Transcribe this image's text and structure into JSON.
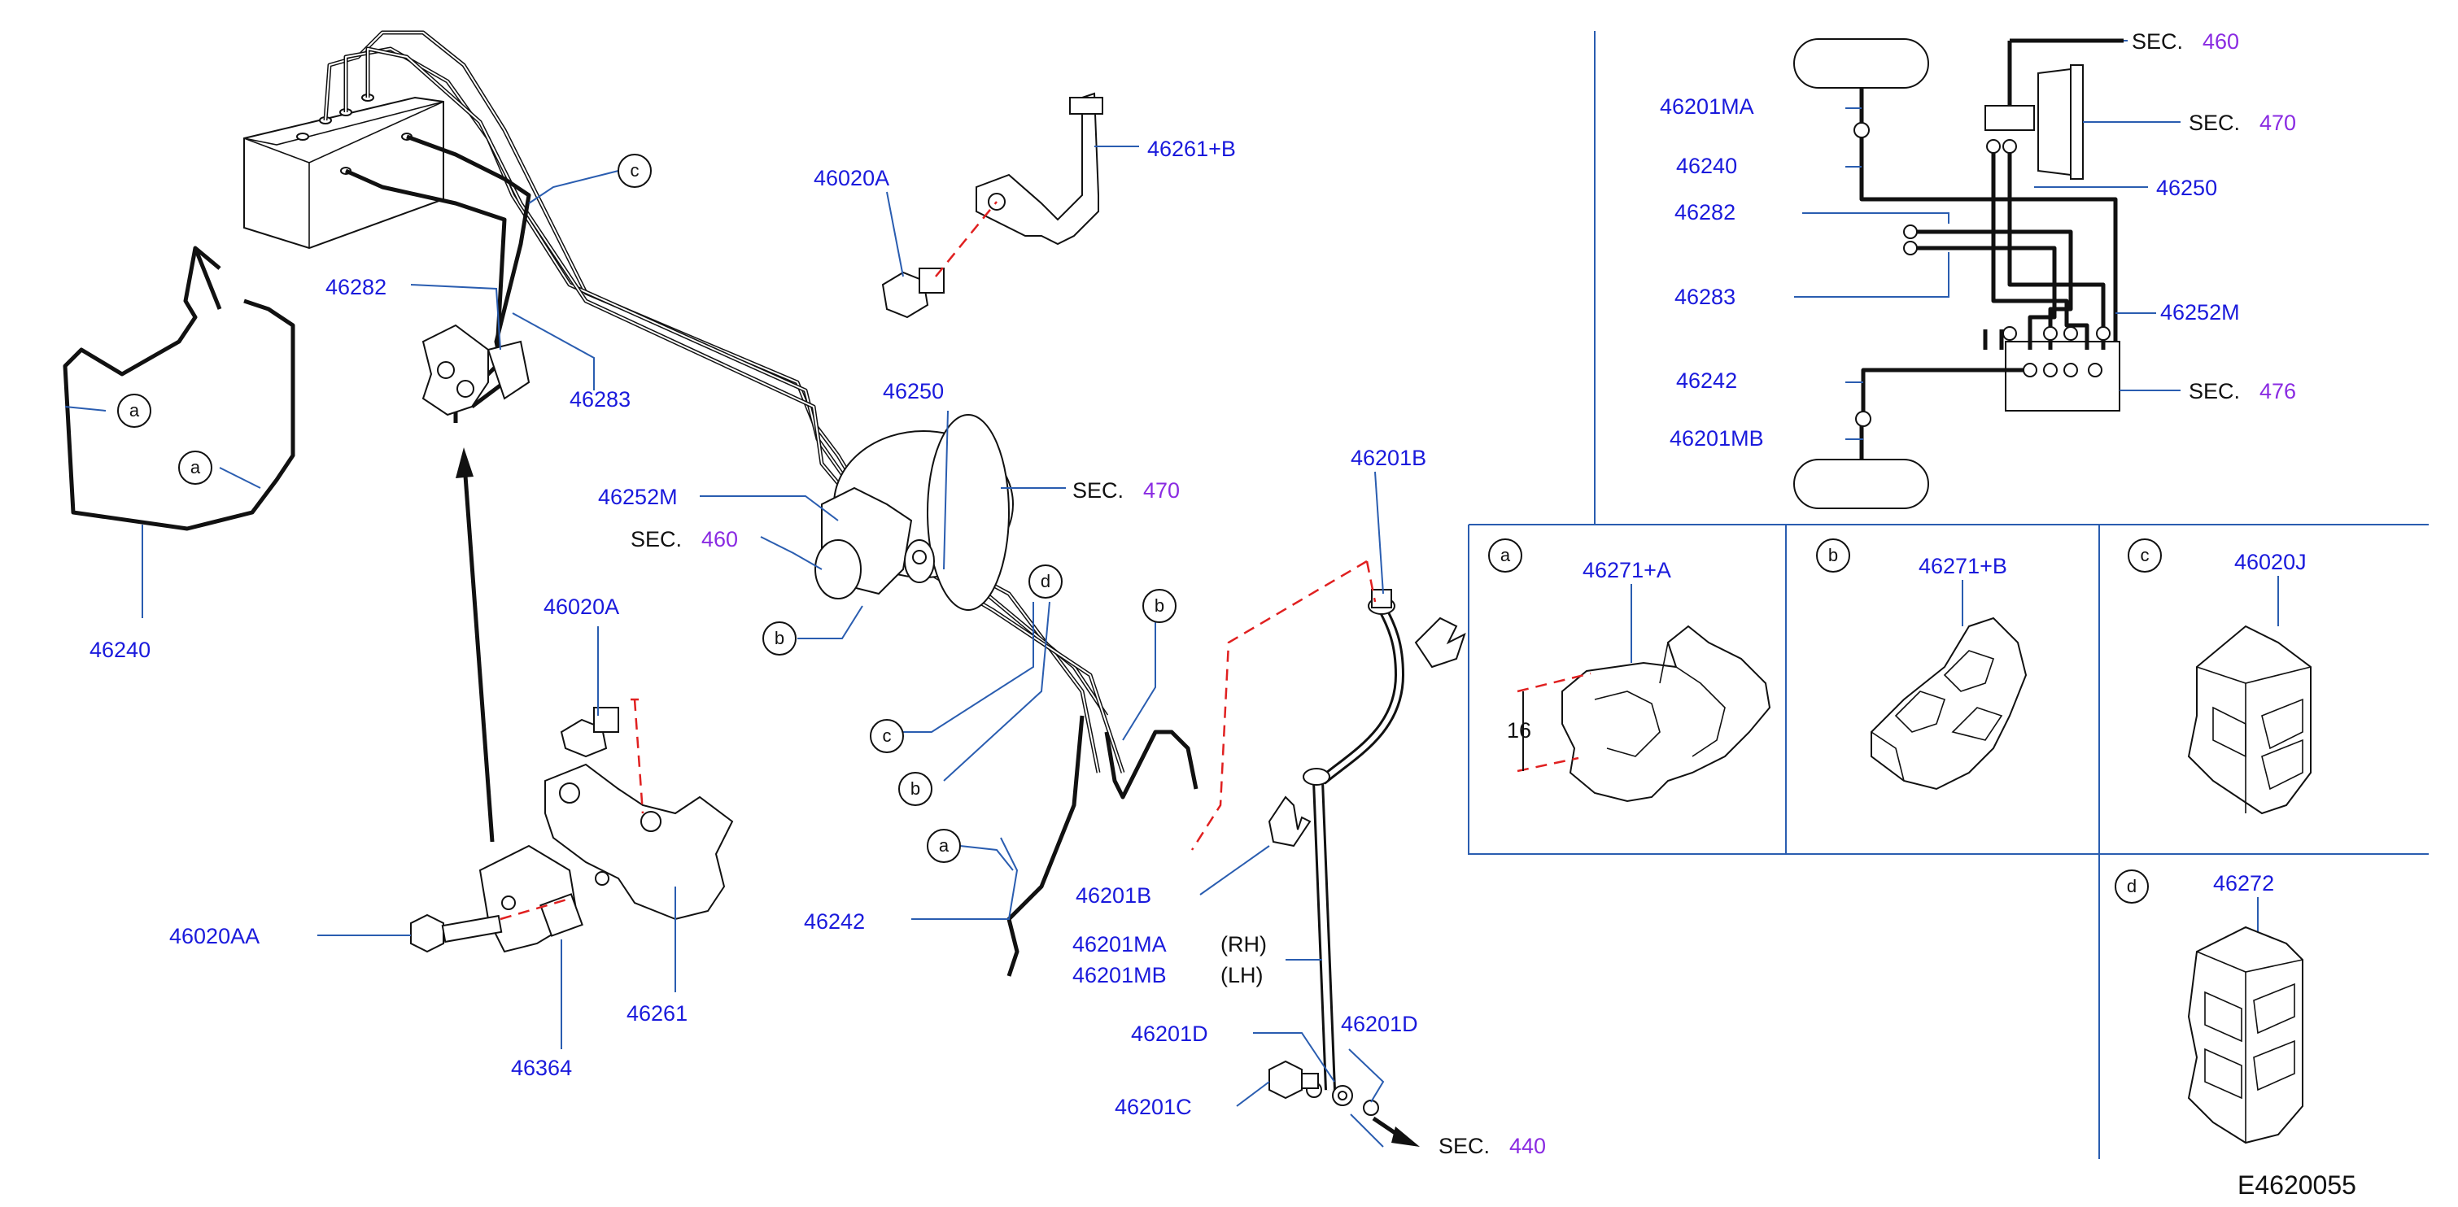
{
  "labels": {
    "p46261B": "46261+B",
    "p46020A_top": "46020A",
    "p46282": "46282",
    "p46283": "46283",
    "p46240": "46240",
    "p46250": "46250",
    "p46252M": "46252M",
    "p46020A_mid": "46020A",
    "p46020AA": "46020AA",
    "p46364": "46364",
    "p46261": "46261",
    "p46242": "46242",
    "p46201B_top": "46201B",
    "p46201B_mid": "46201B",
    "p46201MA": "46201MA",
    "p46201MB": "46201MB",
    "rh": "(RH)",
    "lh": "(LH)",
    "p46201D_left": "46201D",
    "p46201D_right": "46201D",
    "p46201C": "46201C"
  },
  "sections": {
    "s470_mid": {
      "prefix": "SEC.",
      "num": "470"
    },
    "s460_mid": {
      "prefix": "SEC.",
      "num": "460"
    },
    "s440": {
      "prefix": "SEC.",
      "num": "440"
    },
    "s460_sch": {
      "prefix": "SEC.",
      "num": "460"
    },
    "s470_sch": {
      "prefix": "SEC.",
      "num": "470"
    },
    "s476_sch": {
      "prefix": "SEC.",
      "num": "476"
    }
  },
  "callouts": {
    "a": "a",
    "b": "b",
    "c": "c",
    "d": "d"
  },
  "schematic": {
    "p46201MA": "46201MA",
    "p46240": "46240",
    "p46282": "46282",
    "p46283": "46283",
    "p46242": "46242",
    "p46201MB": "46201MB",
    "p46250": "46250",
    "p46252M": "46252M"
  },
  "details": {
    "a": {
      "letter": "a",
      "part": "46271+A",
      "dim": "16"
    },
    "b": {
      "letter": "b",
      "part": "46271+B"
    },
    "c": {
      "letter": "c",
      "part": "46020J"
    },
    "d": {
      "letter": "d",
      "part": "46272"
    }
  },
  "diagram_code": "E4620055",
  "colors": {
    "part_number": "#1a1adc",
    "section_number": "#8a2be2",
    "leader": "#2a5db0",
    "mating_dashed": "#e02020",
    "line": "#111111"
  }
}
